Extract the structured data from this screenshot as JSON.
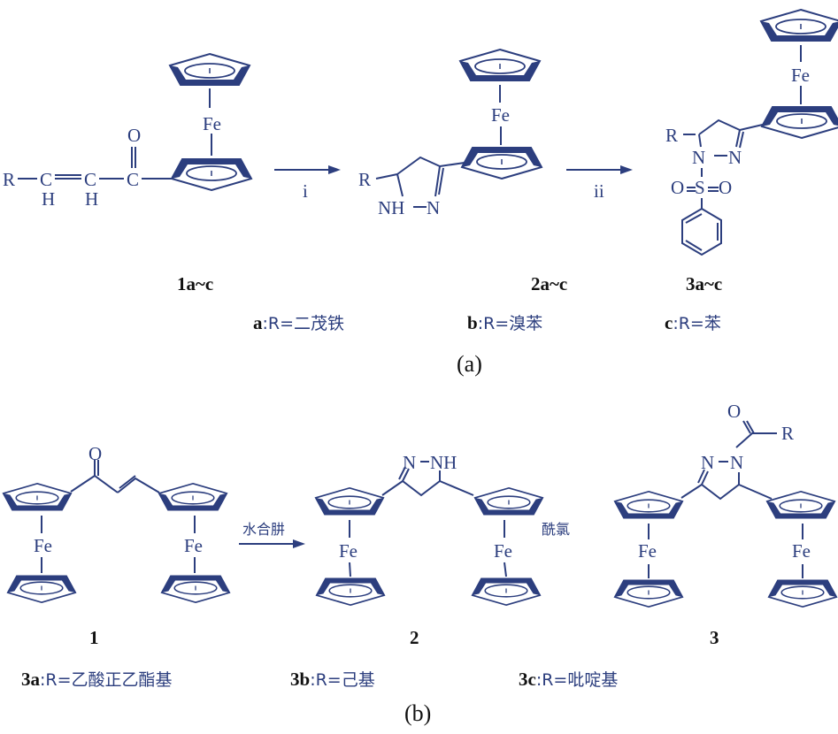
{
  "colors": {
    "structure": "#2c3e7e",
    "label": "#111111"
  },
  "atoms": {
    "fe": "Fe",
    "r": "R",
    "o": "O",
    "c": "C",
    "h": "H",
    "nh": "NH",
    "n": "N",
    "s": "S"
  },
  "scheme_a": {
    "caption": "(a)",
    "step1": "i",
    "step2": "ii",
    "compound_labels": [
      "1a~c",
      "2a~c",
      "3a~c"
    ],
    "substituents": [
      {
        "key": "a",
        "text": ":R=二茂铁"
      },
      {
        "key": "b",
        "text": ":R=溴苯"
      },
      {
        "key": "c",
        "text": ":R=苯"
      }
    ]
  },
  "scheme_b": {
    "caption": "(b)",
    "step1": "水合肼",
    "step2": "酰氯",
    "compound_labels": [
      "1",
      "2",
      "3"
    ],
    "substituents": [
      {
        "key": "3a",
        "text": ":R=乙酸正乙酯基"
      },
      {
        "key": "3b",
        "text": ":R=己基"
      },
      {
        "key": "3c",
        "text": ":R=吡啶基"
      }
    ]
  }
}
